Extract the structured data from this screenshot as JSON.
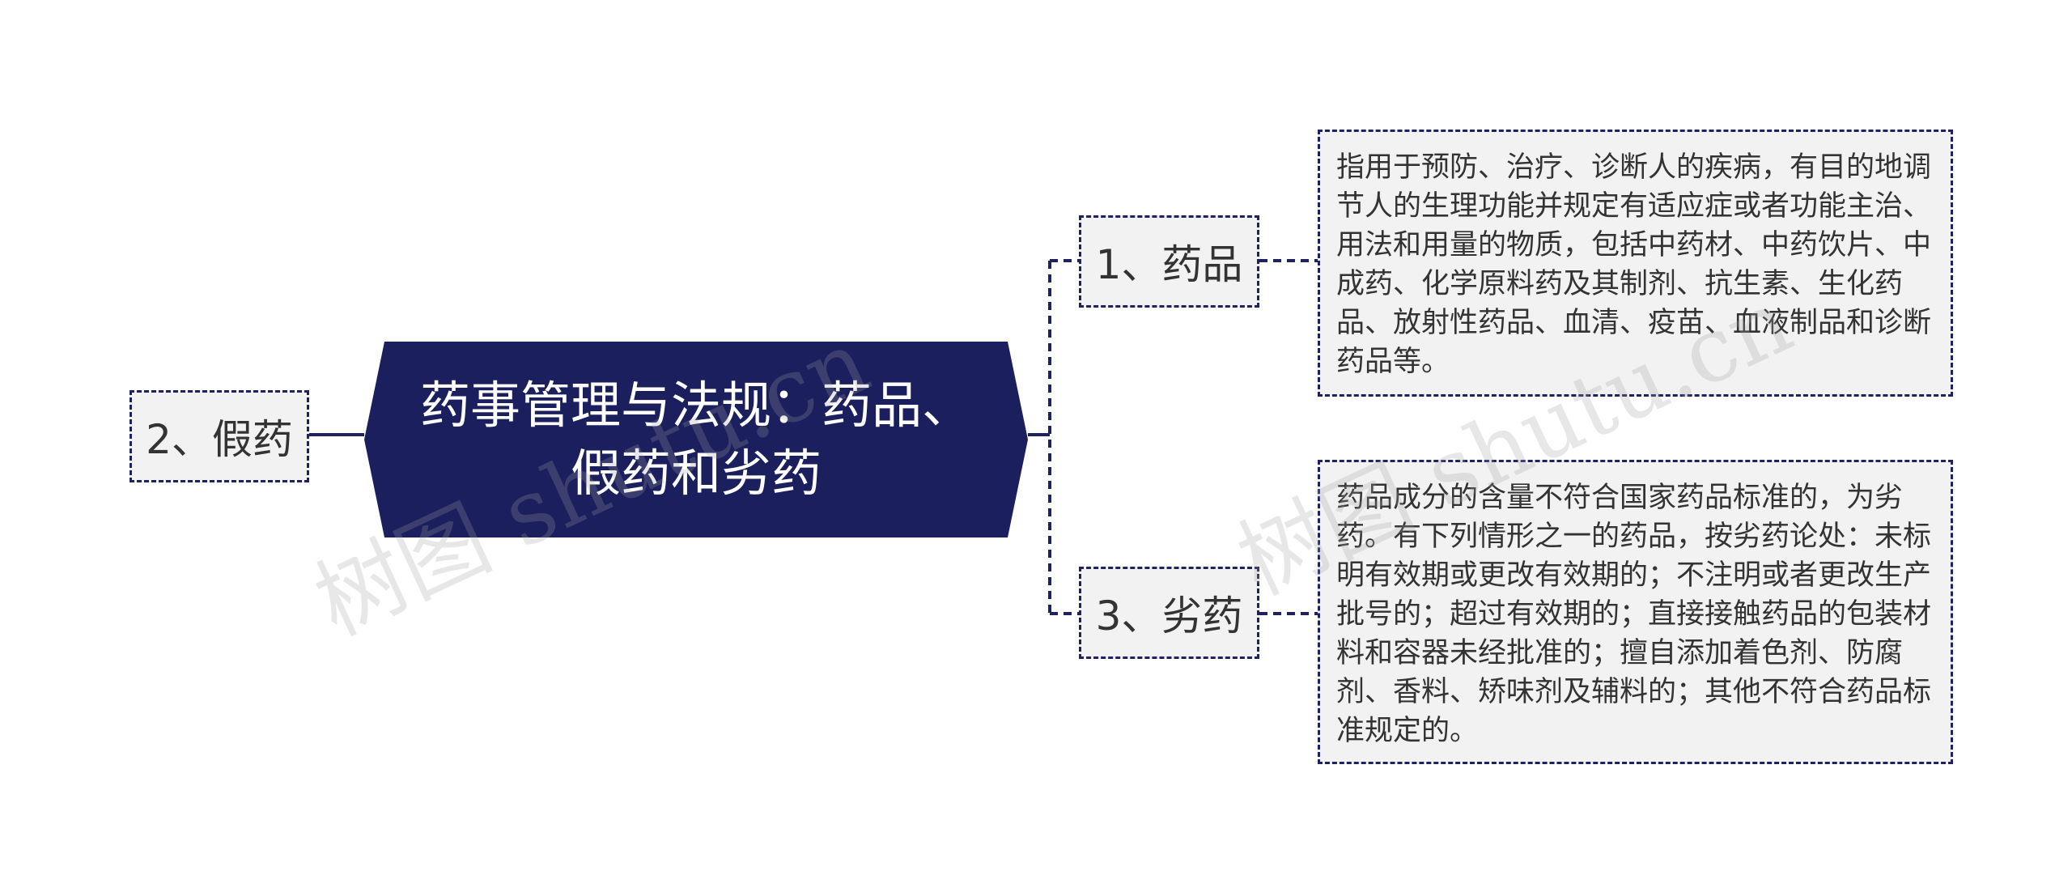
{
  "central": {
    "title": "药事管理与法规：药品、\n假药和劣药"
  },
  "left_branch": {
    "label": "2、假药"
  },
  "right_branches": [
    {
      "label": "1、药品",
      "detail": "指用于预防、治疗、诊断人的疾病，有目的地调节人的生理功能并规定有适应症或者功能主治、用法和用量的物质，包括中药材、中药饮片、中成药、化学原料药及其制剂、抗生素、生化药品、放射性药品、血清、疫苗、血液制品和诊断药品等。"
    },
    {
      "label": "3、劣药",
      "detail": "药品成分的含量不符合国家药品标准的，为劣药。有下列情形之一的药品，按劣药论处：未标明有效期或更改有效期的；不注明或者更改生产批号的；超过有效期的；直接接触药品的包装材料和容器未经批准的；擅自添加着色剂、防腐剂、香料、矫味剂及辅料的；其他不符合药品标准规定的。"
    }
  ],
  "watermark": {
    "text_left": "树图 shutu.cn",
    "text_right": "树图 shutu.cn"
  },
  "colors": {
    "central_fill": "#1b1f5e",
    "connector": "#1f2160",
    "node_fill": "#f2f2f2",
    "node_border": "#1f2160"
  }
}
